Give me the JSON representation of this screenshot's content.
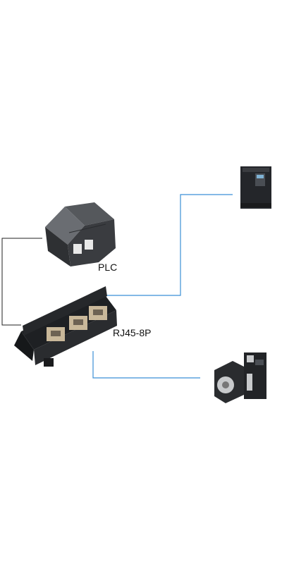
{
  "labels": {
    "plc": "PLC",
    "module": "RJ45-8P"
  },
  "devices": [
    {
      "name": "plc",
      "icon": "plc-controller-icon"
    },
    {
      "name": "module",
      "icon": "rj45-terminal-module-icon"
    },
    {
      "name": "vfd",
      "icon": "frequency-inverter-icon"
    },
    {
      "name": "servo",
      "icon": "servo-motor-drive-icon"
    }
  ],
  "colors": {
    "plc_link": "#222222",
    "device_link": "#3b8fd6",
    "device_body": "#2a2c2f",
    "port_metal": "#c9b89a"
  }
}
